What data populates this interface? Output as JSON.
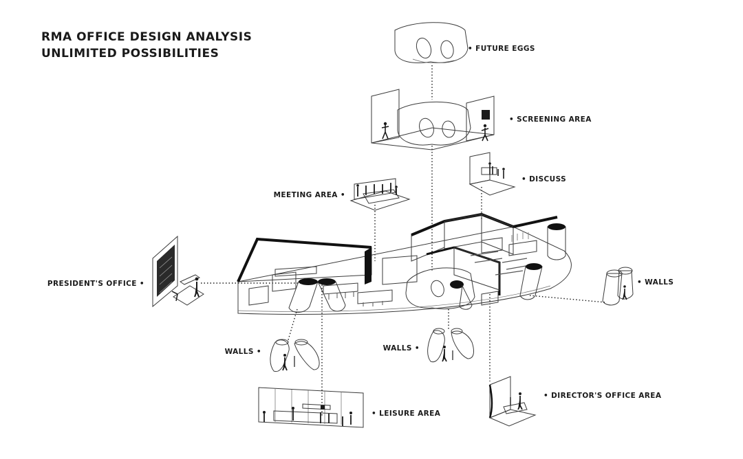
{
  "title": {
    "line1": "RMA OFFICE DESIGN ANALYSIS",
    "line2": "UNLIMITED POSSIBILITIES"
  },
  "labels": {
    "future_eggs": "FUTURE EGGS",
    "screening_area": "SCREENING AREA",
    "discuss": "DISCUSS",
    "meeting_area": "MEETING AREA",
    "presidents_office": "PRESIDENT'S OFFICE",
    "walls_right": "WALLS",
    "walls_left": "WALLS",
    "walls_center": "WALLS",
    "leisure_area": "LEISURE AREA",
    "directors_office_area": "DIRECTOR'S OFFICE AREA"
  },
  "colors": {
    "ink": "#1a1a1a",
    "floor": "#cfcfcf",
    "wall": "#ececec",
    "shadow": "#9a9a9a"
  }
}
